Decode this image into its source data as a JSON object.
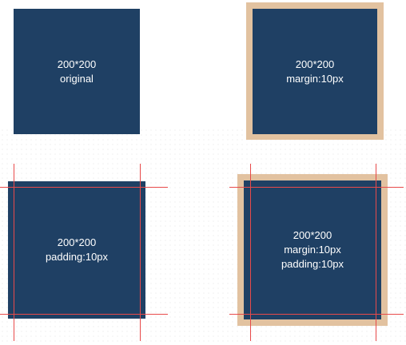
{
  "colors": {
    "box": "#1f4064",
    "margin_ring": "#e2c2a0",
    "guide_line": "#e84a4a",
    "text": "#ffffff"
  },
  "panels": [
    {
      "id": "original",
      "lines": [
        "200*200",
        "original"
      ]
    },
    {
      "id": "margin",
      "lines": [
        "200*200",
        "margin:10px"
      ]
    },
    {
      "id": "padding",
      "lines": [
        "200*200",
        "padding:10px"
      ]
    },
    {
      "id": "margin-padding",
      "lines": [
        "200*200",
        "margin:10px",
        "padding:10px"
      ]
    }
  ]
}
